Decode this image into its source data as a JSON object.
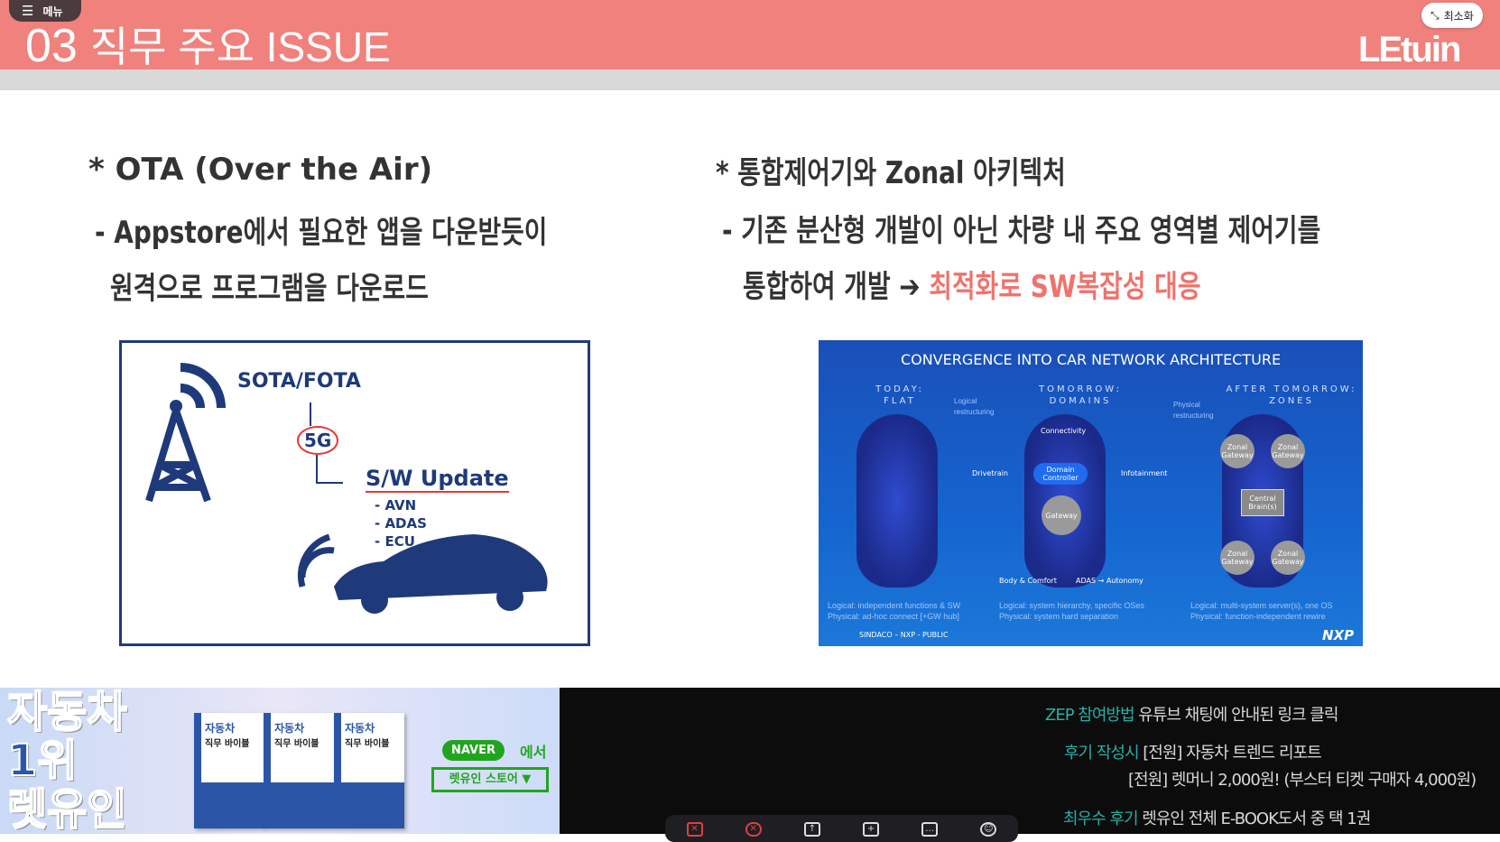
{
  "header": {
    "number": "03",
    "title": "직무 주요 ISSUE",
    "logo": "LEtuin",
    "menu_label": "메뉴",
    "minimize_label": "최소화"
  },
  "left": {
    "heading": "* OTA (Over the Air)",
    "line1": "- Appstore에서 필요한 앱을 다운받듯이",
    "line2": "원격으로 프로그램을 다운로드",
    "figure": {
      "label_top": "SOTA/FOTA",
      "label_5g": "5G",
      "update": "S/W Update",
      "items": [
        "- AVN",
        "- ADAS",
        "- ECU"
      ]
    }
  },
  "right": {
    "heading": "* 통합제어기와 Zonal 아키텍처",
    "line1": "- 기존 분산형 개발이 아닌 차량 내 주요 영역별 제어기를",
    "line2_prefix": "통합하여 개발 ➔ ",
    "line2_highlight": "최적화로 SW복잡성 대응",
    "figure": {
      "title": "CONVERGENCE INTO CAR NETWORK ARCHITECTURE",
      "columns": [
        {
          "heading": "TODAY:\nFLAT",
          "cap1": "Logical: independent functions & SW",
          "cap2": "Physical: ad-hoc connect [+GW hub]"
        },
        {
          "heading": "TOMORROW:\nDOMAINS",
          "cap1": "Logical: system hierarchy, specific OSes",
          "cap2": "Physical: system hard separation"
        },
        {
          "heading": "AFTER TOMORROW:\nZONES",
          "cap1": "Logical: multi-system server(s), one OS",
          "cap2": "Physical: function-independent rewire"
        }
      ],
      "arrow1": "Logical restructuring",
      "arrow2": "Physical restructuring",
      "domains": [
        "Connectivity",
        "Drivetrain",
        "Infotainment",
        "Body & Comfort",
        "ADAS → Autonomy",
        "Domain Controller",
        "Gateway",
        "Zonal Gateway",
        "Central Brain(s)"
      ],
      "footer": "SINDACO – NXP - PUBLIC",
      "brand": "NXP"
    }
  },
  "banner": {
    "headline": [
      "자동차",
      "1위",
      "렛유인"
    ],
    "book_title": "자동차",
    "book_subtitle": "직무 바이블",
    "naver": "NAVER",
    "naver_suffix": "에서",
    "store": "렛유인 스토어 ▼"
  },
  "info": [
    {
      "label": "ZEP 참여방법",
      "text": "유튜브 채팅에 안내된 링크 클릭"
    },
    {
      "label": "후기 작성시",
      "text": "[전원] 자동차 트렌드 리포트"
    },
    {
      "label": "",
      "text": "[전원] 렛머니 2,000원! (부스터 티켓 구매자 4,000원)"
    },
    {
      "label": "최우수 후기",
      "text": "렛유인 전체 E-BOOK도서 중 택 1권"
    }
  ],
  "colors": {
    "header": "#f0817d",
    "accent": "#f0726c",
    "teal": "#25b0a4"
  }
}
